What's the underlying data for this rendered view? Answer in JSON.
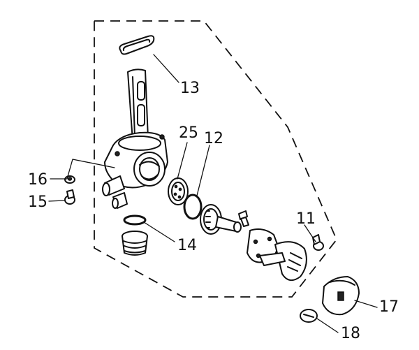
{
  "callouts": [
    {
      "id": "p13",
      "text": "13"
    },
    {
      "id": "p25",
      "text": "25"
    },
    {
      "id": "p12",
      "text": "12"
    },
    {
      "id": "p16",
      "text": "16"
    },
    {
      "id": "p15",
      "text": "15"
    },
    {
      "id": "p11",
      "text": "11"
    },
    {
      "id": "p14",
      "text": "14"
    },
    {
      "id": "p17",
      "text": "17"
    },
    {
      "id": "p18",
      "text": "18"
    }
  ],
  "ink_color": "#111111",
  "background_color": "#ffffff"
}
